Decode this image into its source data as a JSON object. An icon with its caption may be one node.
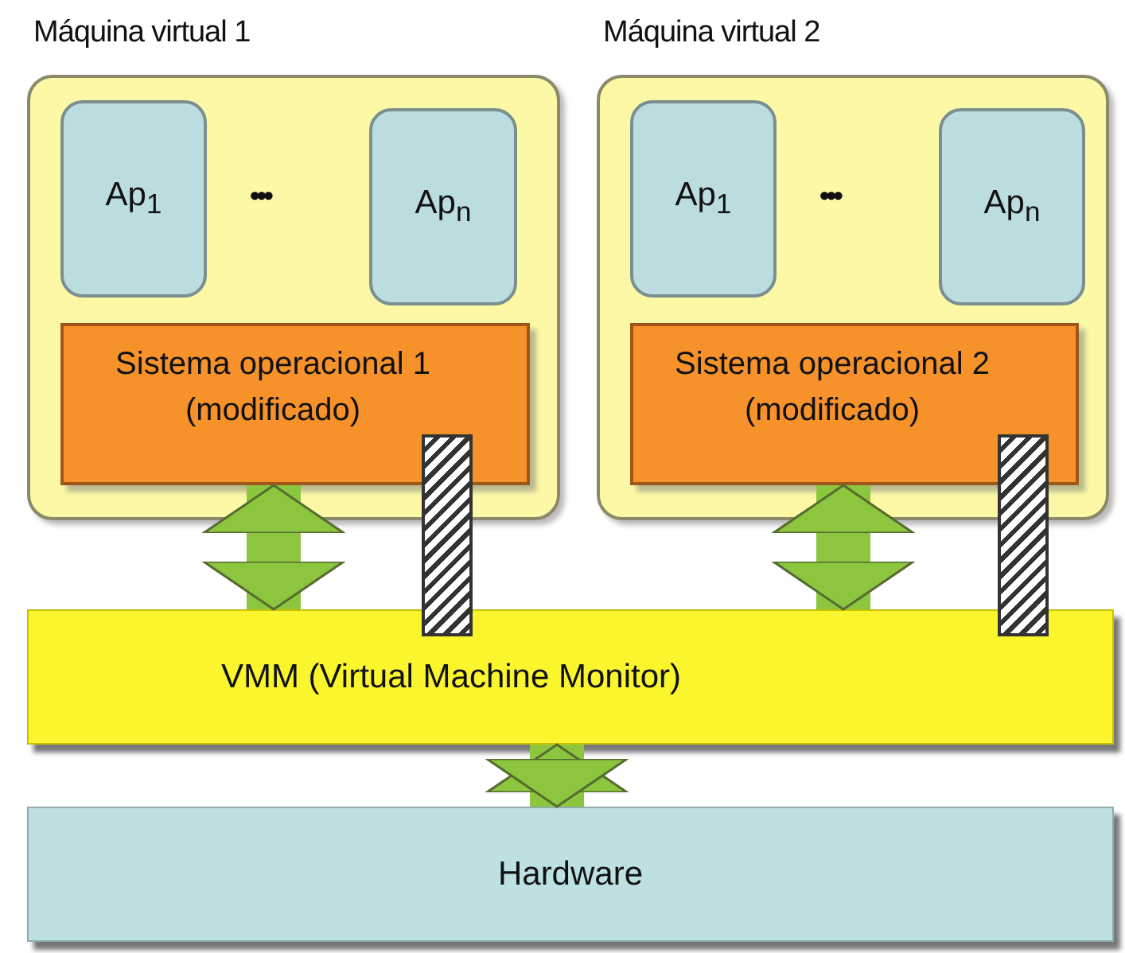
{
  "diagram": {
    "nodes": [
      {
        "text": [
          "Máquina virtual 1"
        ]
      },
      {
        "text": [
          "Ap$_{1}$"
        ],
        "in": 0
      },
      {
        "text": [
          "Ap$_{n}$"
        ],
        "in": 0
      },
      {
        "text": [
          "Sistema operacional 1 (modificado)"
        ],
        "in": 0
      },
      {
        "text": [
          "Máquina virtual 2"
        ]
      },
      {
        "text": [
          "Ap$_{1}$"
        ],
        "in": 4
      },
      {
        "text": [
          "Ap$_{n}$"
        ],
        "in": 4
      },
      {
        "text": [
          "Sistema operacional 2 (modificado)"
        ],
        "in": 4
      },
      {
        "text": [
          "VMM (Virtual Machine Monitor)"
        ]
      },
      {
        "text": [
          "Hardware"
        ]
      },
      {
        "text": [],
        "shape": "bar"
      },
      {
        "text": [],
        "shape": "bar"
      }
    ],
    "edges": [
      {
        "from": 3,
        "to": 8,
        "arrow": "both"
      },
      {
        "from": 7,
        "to": 8,
        "arrow": "both"
      },
      {
        "from": 8,
        "to": 9,
        "arrow": "both"
      }
    ],
    "labels": [
      "•••",
      "•••"
    ]
  }
}
